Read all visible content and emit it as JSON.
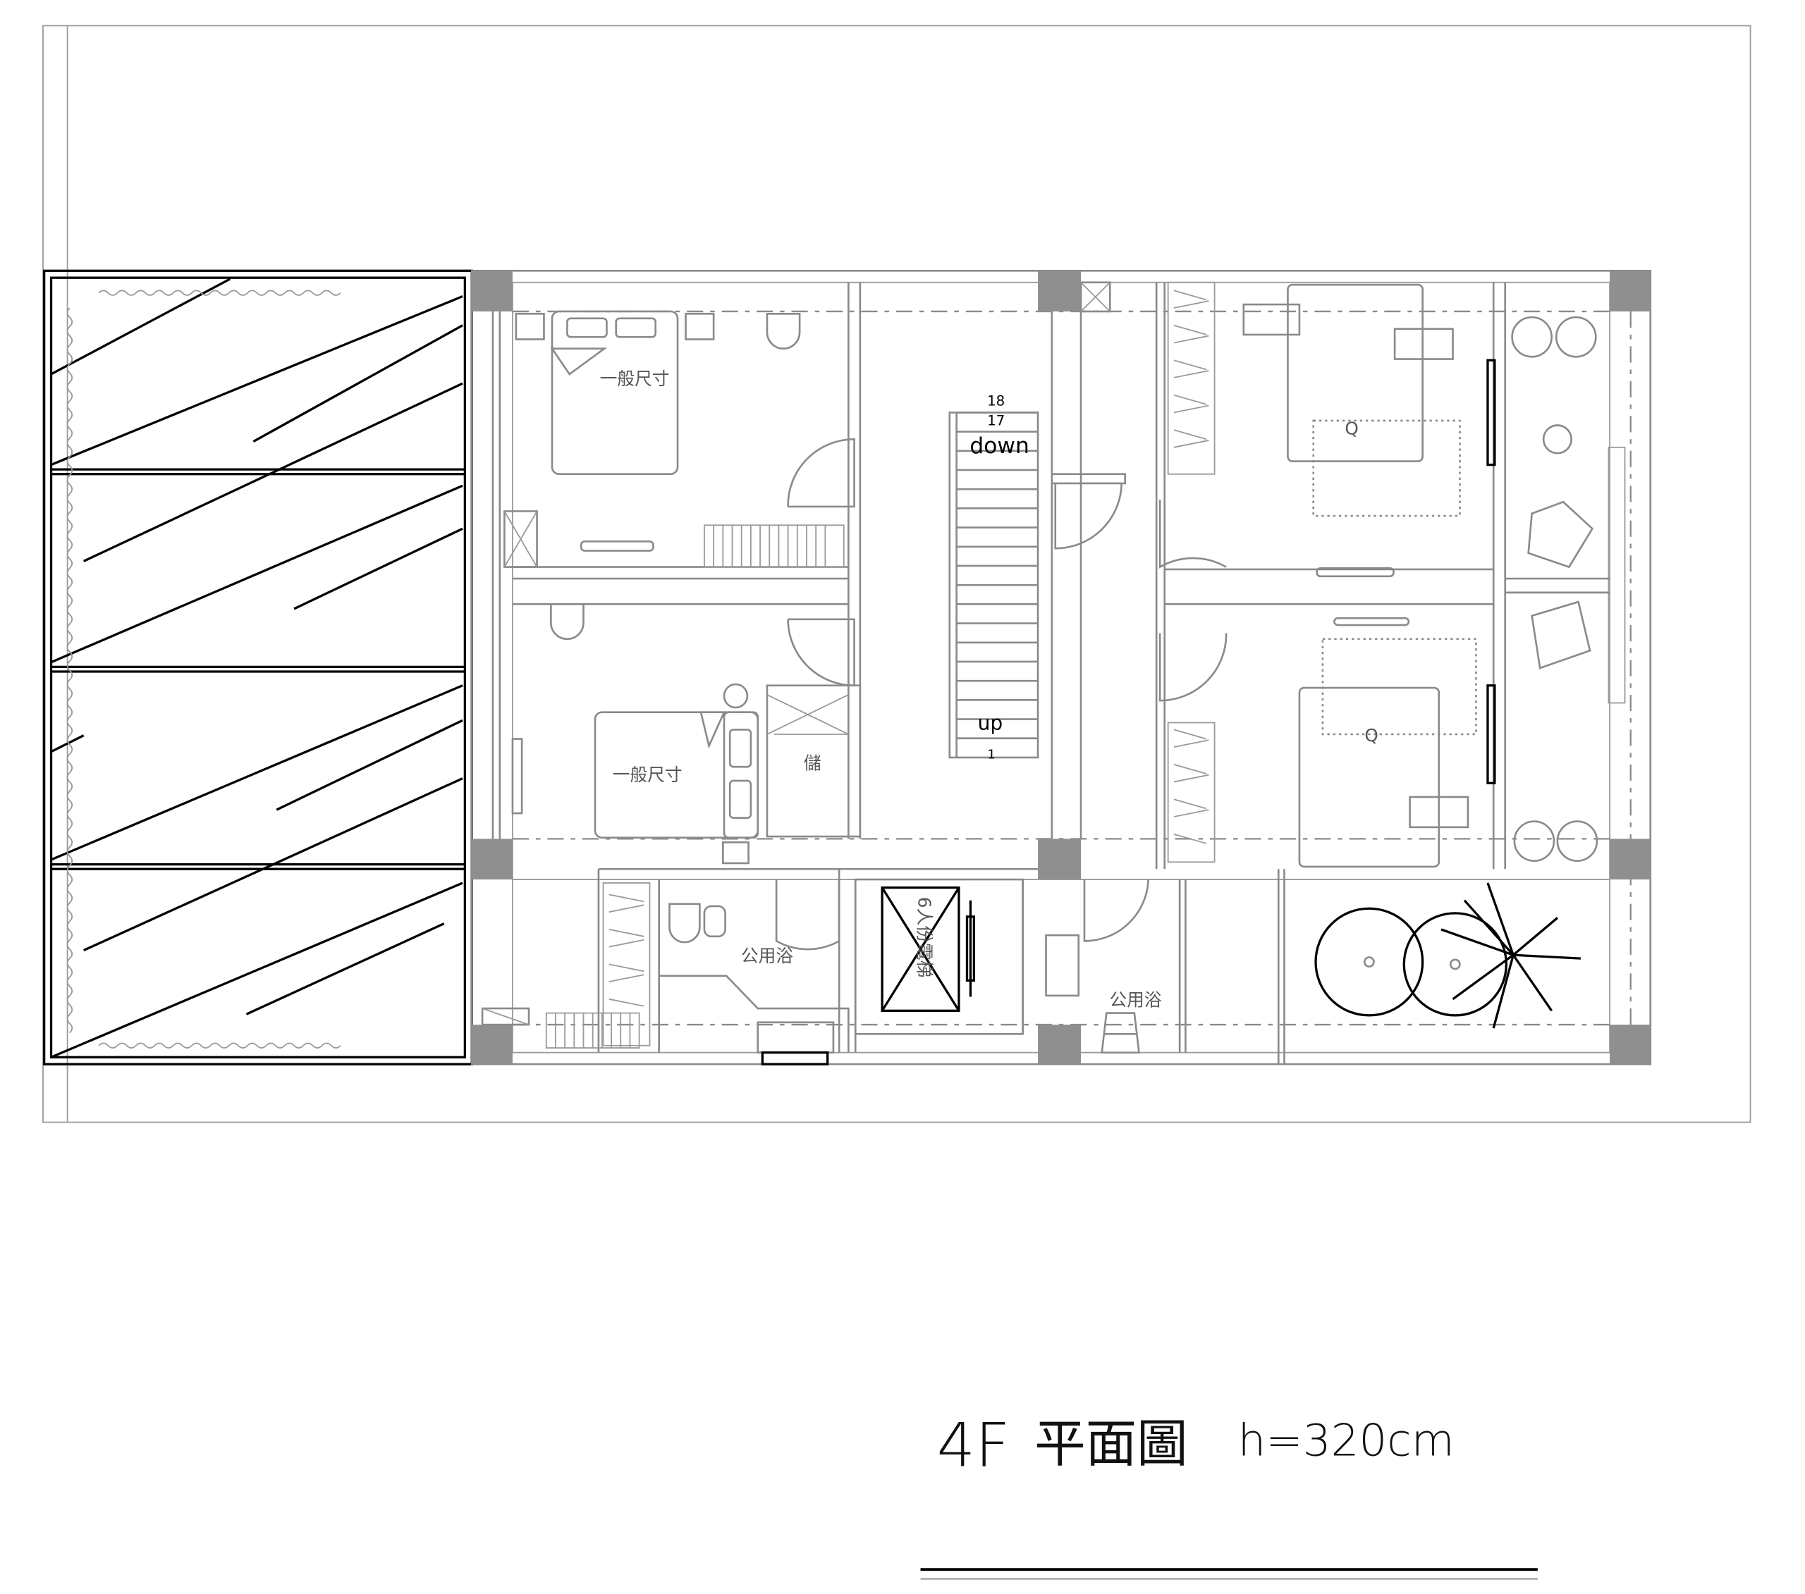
{
  "plan": {
    "rooms": {
      "bedroom_1_bed": "一般尺寸",
      "bedroom_2_bed": "一般尺寸",
      "bedroom_3_bed": "Q",
      "bedroom_4_bed": "Q",
      "storage": "儲",
      "bathroom_1": "公用浴",
      "bathroom_2": "公用浴",
      "elevator": "6人份電梯"
    },
    "stairs": {
      "top_step_high": "18",
      "top_step_low": "17",
      "down_label": "down",
      "up_label": "up",
      "bottom_step": "1"
    }
  },
  "title": {
    "floor": "4F",
    "name": "平面圖",
    "height": "h=320cm"
  },
  "colors": {
    "line": "#000000",
    "wall": "#8a8a8a",
    "column": "#8f8f8f"
  }
}
